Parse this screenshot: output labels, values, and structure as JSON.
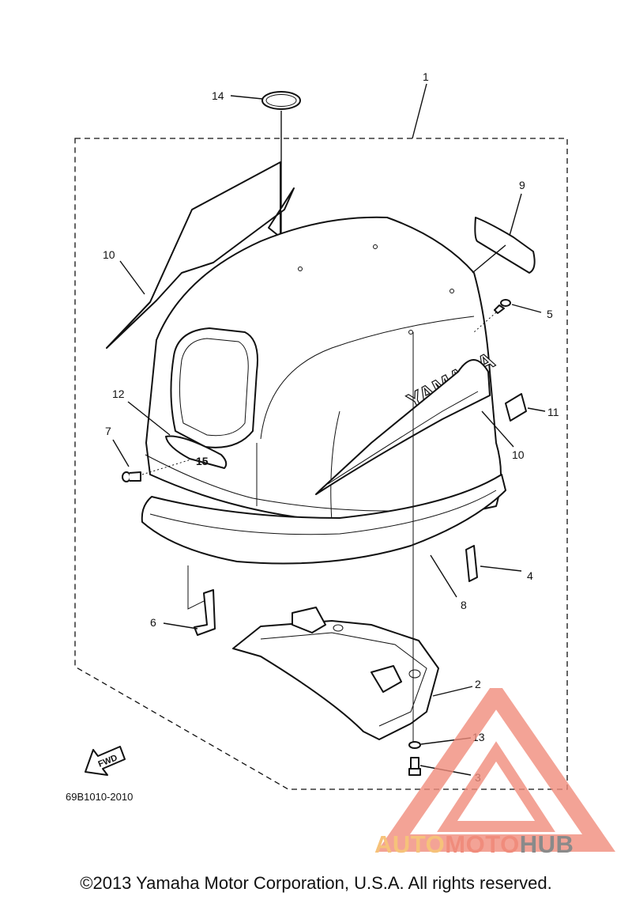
{
  "diagram": {
    "part_code": "69B1010-2010",
    "fwd_label": "FWD",
    "brand_label": "YAMAHA",
    "model_badge": "15",
    "callouts": [
      "1",
      "2",
      "3",
      "4",
      "5",
      "6",
      "7",
      "8",
      "9",
      "10",
      "10",
      "11",
      "12",
      "13",
      "14"
    ]
  },
  "watermark": {
    "part1": "AUTO",
    "part2": "MOTO",
    "part3": "HUB",
    "colors": {
      "triangle": "#f08c7c",
      "auto": "#f6c27a",
      "hub": "#8a8a8a"
    }
  },
  "copyright": "©2013 Yamaha Motor Corporation, U.S.A. All rights reserved."
}
